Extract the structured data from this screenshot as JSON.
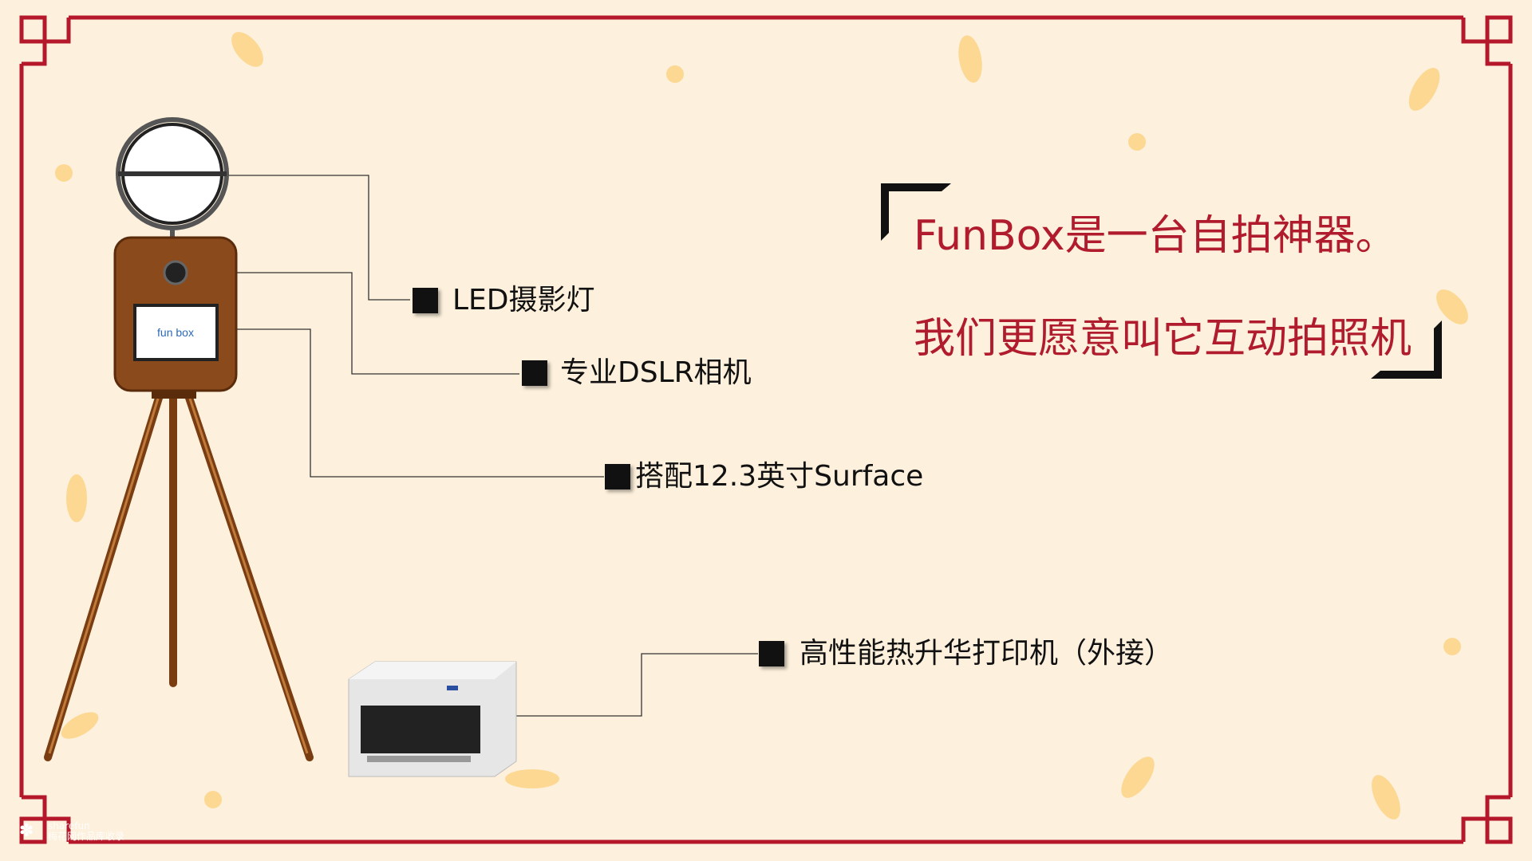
{
  "headline": {
    "line1": "FunBox是一台自拍神器。",
    "line2": "我们更愿意叫它互动拍照机"
  },
  "features": [
    {
      "label": "LED摄影灯"
    },
    {
      "label": "专业DSLR相机"
    },
    {
      "label": "搭配12.3英寸Surface"
    },
    {
      "label": "高性能热升华打印机（外接）"
    }
  ],
  "device_screen_logo": "fun box",
  "watermark": {
    "line1": "sharefun",
    "line2": "梅花网作品库收录"
  },
  "colors": {
    "frame": "#b5182b",
    "background": "#fdf0dc",
    "title": "#b01c2e",
    "leaf": "#fcd893"
  }
}
